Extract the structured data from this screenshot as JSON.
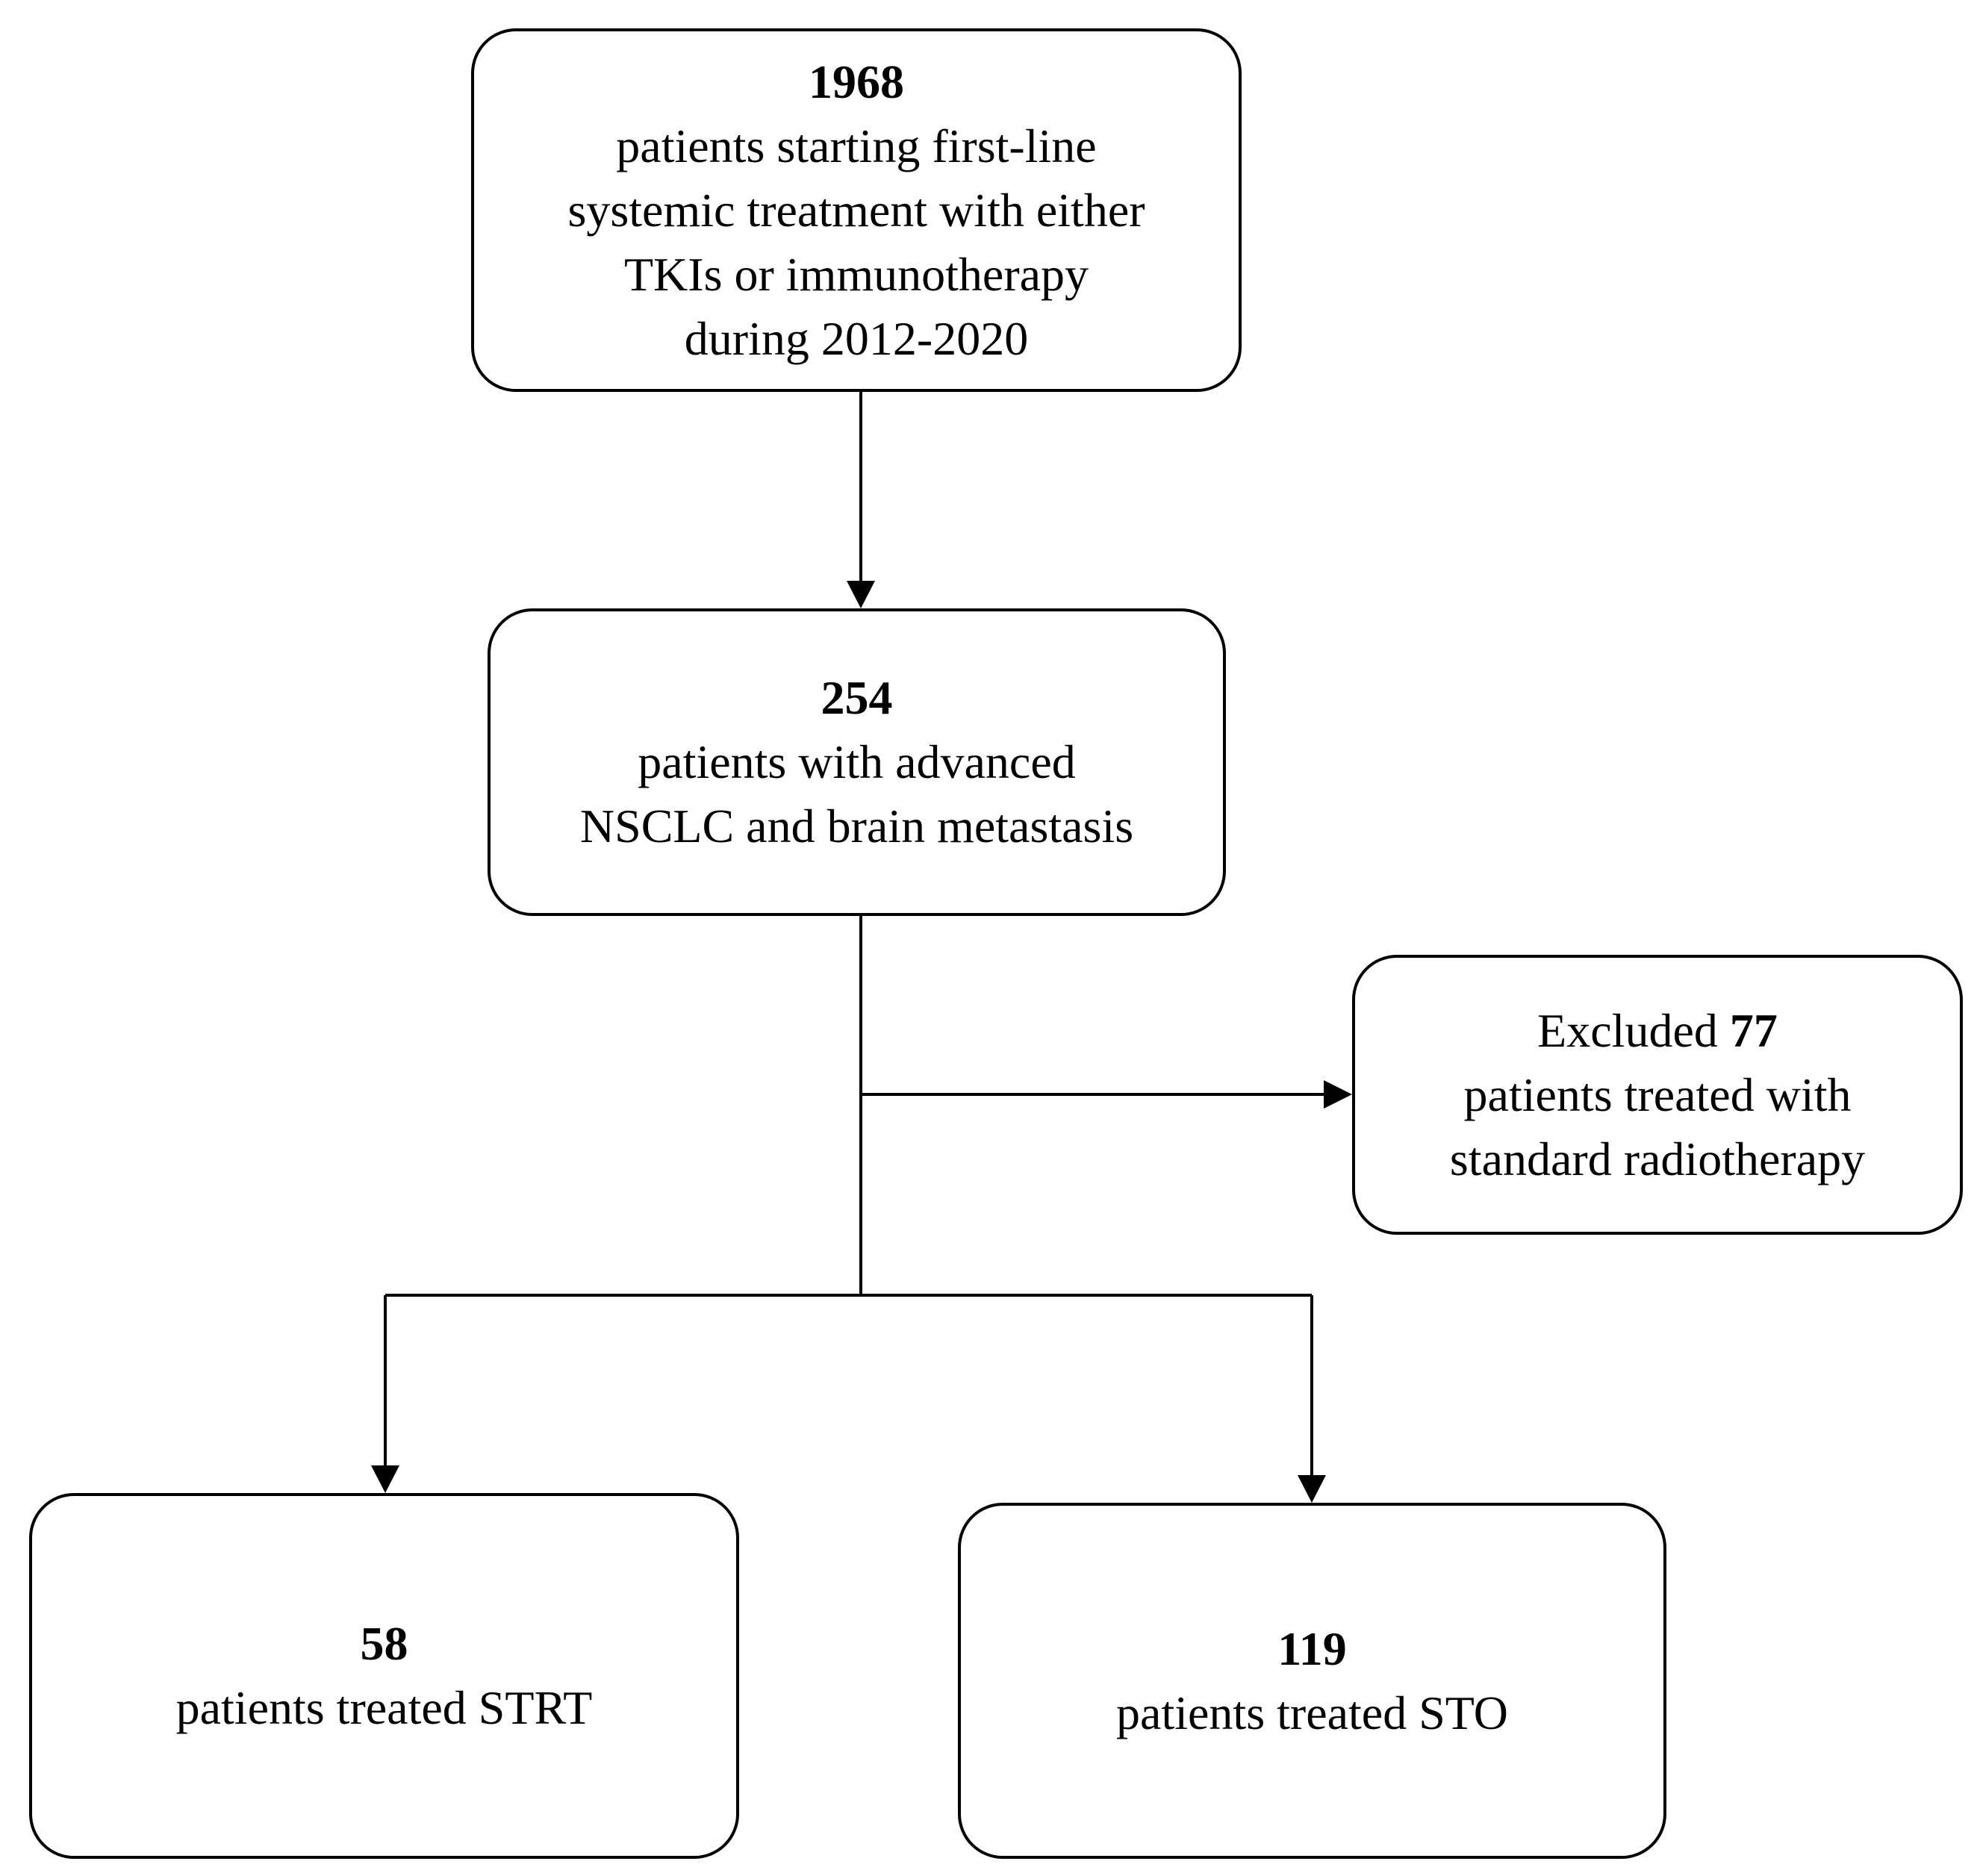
{
  "boxes": {
    "total": {
      "count": "1968",
      "lines": [
        "patients starting first-line",
        "systemic treatment with either",
        "TKIs or immunotherapy",
        "during 2012-2020"
      ]
    },
    "nsclc": {
      "count": "254",
      "lines": [
        "patients with advanced",
        "NSCLC and brain metastasis"
      ]
    },
    "excluded": {
      "prefix": "Excluded ",
      "count": "77",
      "lines": [
        "patients treated with",
        "standard radiotherapy"
      ]
    },
    "strt": {
      "count": "58",
      "label": "patients treated STRT"
    },
    "sto": {
      "count": "119",
      "label": "patients treated STO"
    }
  }
}
